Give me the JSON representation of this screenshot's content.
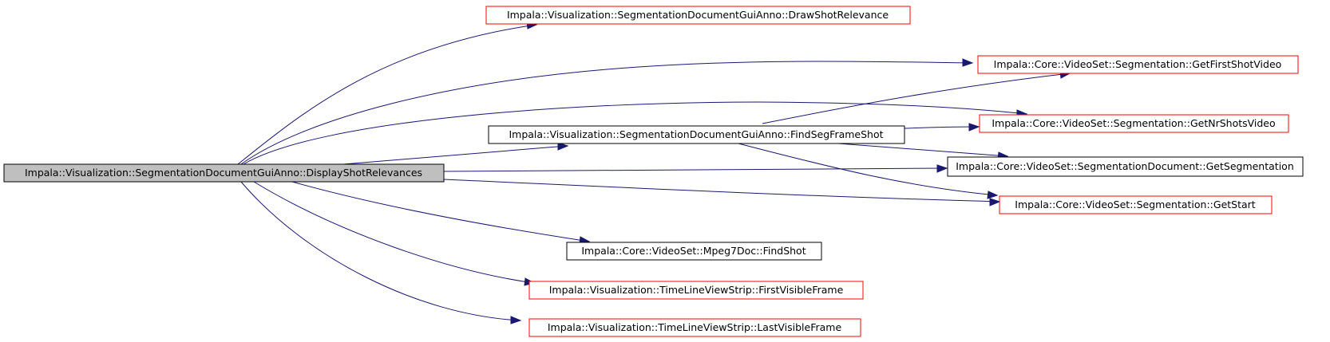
{
  "diagram": {
    "nodes": {
      "display_shot_relevances": {
        "label": "Impala::Visualization::SegmentationDocumentGuiAnno::DisplayShotRelevances",
        "border": "#000000",
        "fill": "#bfbfbf"
      },
      "draw_shot_relevance": {
        "label": "Impala::Visualization::SegmentationDocumentGuiAnno::DrawShotRelevance",
        "border": "#ff0000",
        "fill": "#ffffff"
      },
      "find_seg_frame_shot": {
        "label": "Impala::Visualization::SegmentationDocumentGuiAnno::FindSegFrameShot",
        "border": "#000000",
        "fill": "#ffffff"
      },
      "get_first_shot_video": {
        "label": "Impala::Core::VideoSet::Segmentation::GetFirstShotVideo",
        "border": "#ff0000",
        "fill": "#ffffff"
      },
      "get_nr_shots_video": {
        "label": "Impala::Core::VideoSet::Segmentation::GetNrShotsVideo",
        "border": "#ff0000",
        "fill": "#ffffff"
      },
      "get_segmentation": {
        "label": "Impala::Core::VideoSet::SegmentationDocument::GetSegmentation",
        "border": "#000000",
        "fill": "#ffffff"
      },
      "get_start": {
        "label": "Impala::Core::VideoSet::Segmentation::GetStart",
        "border": "#ff0000",
        "fill": "#ffffff"
      },
      "find_shot": {
        "label": "Impala::Core::VideoSet::Mpeg7Doc::FindShot",
        "border": "#000000",
        "fill": "#ffffff"
      },
      "first_visible_frame": {
        "label": "Impala::Visualization::TimeLineViewStrip::FirstVisibleFrame",
        "border": "#ff0000",
        "fill": "#ffffff"
      },
      "last_visible_frame": {
        "label": "Impala::Visualization::TimeLineViewStrip::LastVisibleFrame",
        "border": "#ff0000",
        "fill": "#ffffff"
      }
    },
    "edges": [
      {
        "from": "display_shot_relevances",
        "to": "draw_shot_relevance"
      },
      {
        "from": "display_shot_relevances",
        "to": "get_first_shot_video"
      },
      {
        "from": "display_shot_relevances",
        "to": "get_nr_shots_video"
      },
      {
        "from": "display_shot_relevances",
        "to": "find_seg_frame_shot"
      },
      {
        "from": "display_shot_relevances",
        "to": "get_segmentation"
      },
      {
        "from": "display_shot_relevances",
        "to": "get_start"
      },
      {
        "from": "display_shot_relevances",
        "to": "find_shot"
      },
      {
        "from": "display_shot_relevances",
        "to": "first_visible_frame"
      },
      {
        "from": "display_shot_relevances",
        "to": "last_visible_frame"
      },
      {
        "from": "find_seg_frame_shot",
        "to": "get_first_shot_video"
      },
      {
        "from": "find_seg_frame_shot",
        "to": "get_nr_shots_video"
      },
      {
        "from": "find_seg_frame_shot",
        "to": "get_segmentation"
      },
      {
        "from": "find_seg_frame_shot",
        "to": "get_start"
      }
    ],
    "edge_color": "#191970"
  }
}
